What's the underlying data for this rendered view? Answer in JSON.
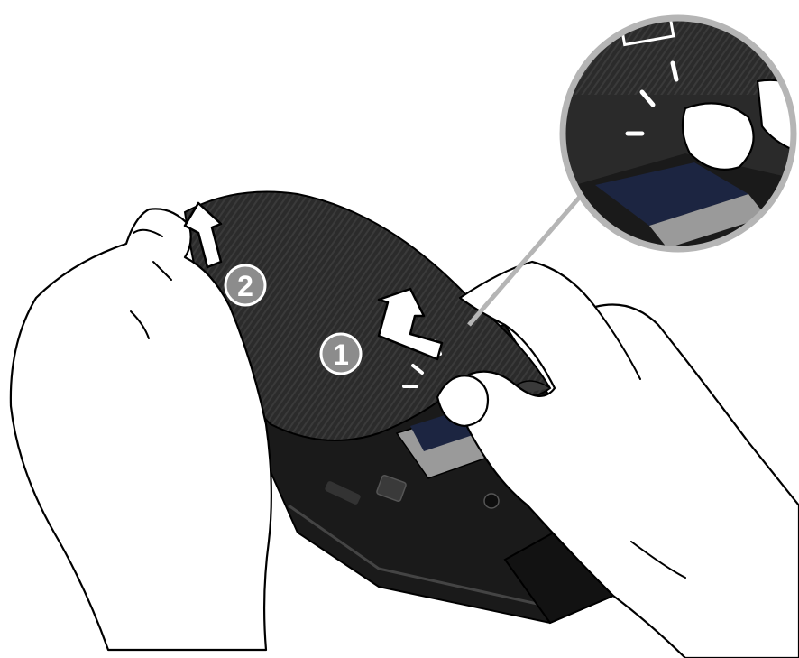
{
  "illustration": {
    "steps": [
      {
        "number": "1",
        "action": "push-cover-up",
        "arrow": "slide-arrow-icon"
      },
      {
        "number": "2",
        "action": "lift-cover-off",
        "arrow": "lift-arrow-icon"
      }
    ],
    "zoom_inset": {
      "content": "thumb-pressing-cover-notch"
    },
    "colors": {
      "cover": "#2b2b2b",
      "phone_body": "#1a1a1a",
      "battery_label": "#1c2541",
      "battery_metal": "#9a9a9a",
      "badge": "#8c8c8c",
      "outline": "#000000",
      "inset_ring": "#b5b5b5"
    }
  }
}
